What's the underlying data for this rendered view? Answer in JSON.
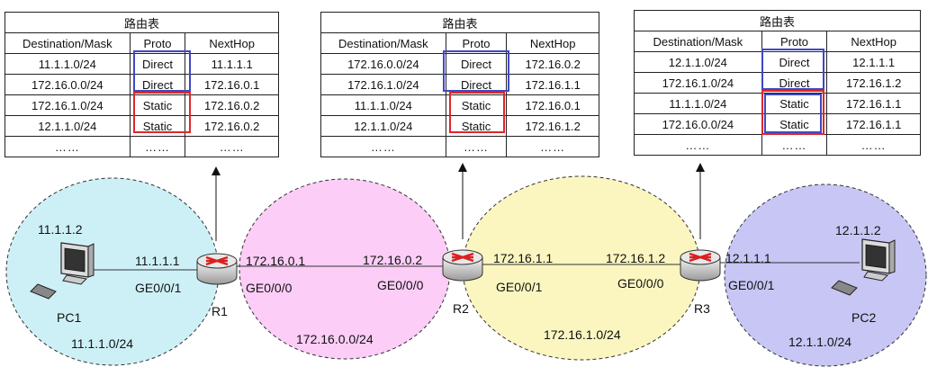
{
  "tables": [
    {
      "title": "路由表",
      "headers": [
        "Destination/Mask",
        "Proto",
        "NextHop"
      ],
      "rows": [
        [
          "11.1.1.0/24",
          "Direct",
          "11.1.1.1"
        ],
        [
          "172.16.0.0/24",
          "Direct",
          "172.16.0.1"
        ],
        [
          "172.16.1.0/24",
          "Static",
          "172.16.0.2"
        ],
        [
          "12.1.1.0/24",
          "Static",
          "172.16.0.2"
        ],
        [
          "……",
          "……",
          "……"
        ]
      ]
    },
    {
      "title": "路由表",
      "headers": [
        "Destination/Mask",
        "Proto",
        "NextHop"
      ],
      "rows": [
        [
          "172.16.0.0/24",
          "Direct",
          "172.16.0.2"
        ],
        [
          "172.16.1.0/24",
          "Direct",
          "172.16.1.1"
        ],
        [
          "11.1.1.0/24",
          "Static",
          "172.16.0.1"
        ],
        [
          "12.1.1.0/24",
          "Static",
          "172.16.1.2"
        ],
        [
          "……",
          "……",
          "……"
        ]
      ]
    },
    {
      "title": "路由表",
      "headers": [
        "Destination/Mask",
        "Proto",
        "NextHop"
      ],
      "rows": [
        [
          "12.1.1.0/24",
          "Direct",
          "12.1.1.1"
        ],
        [
          "172.16.1.0/24",
          "Direct",
          "172.16.1.2"
        ],
        [
          "11.1.1.0/24",
          "Static",
          "172.16.1.1"
        ],
        [
          "172.16.0.0/24",
          "Static",
          "172.16.1.1"
        ],
        [
          "……",
          "……",
          "……"
        ]
      ]
    }
  ],
  "devices": {
    "pc1": "PC1",
    "pc2": "PC2",
    "r1": "R1",
    "r2": "R2",
    "r3": "R3"
  },
  "addresses": {
    "pc1_ip": "11.1.1.2",
    "r1_left_ip": "11.1.1.1",
    "r1_left_if": "GE0/0/1",
    "r1_right_ip": "172.16.0.1",
    "r1_right_if": "GE0/0/0",
    "r2_left_ip": "172.16.0.2",
    "r2_left_if": "GE0/0/0",
    "r2_right_ip": "172.16.1.1",
    "r2_right_if": "GE0/0/1",
    "r3_left_ip": "172.16.1.2",
    "r3_left_if": "GE0/0/0",
    "r3_right_ip": "12.1.1.1",
    "r3_right_if": "GE0/0/1",
    "pc2_ip": "12.1.1.2"
  },
  "networks": {
    "net1": "11.1.1.0/24",
    "net2": "172.16.0.0/24",
    "net3": "172.16.1.0/24",
    "net4": "12.1.1.0/24"
  },
  "colors": {
    "net1": "#cdf0f7",
    "net2": "#fccdf7",
    "net3": "#fbf6c0",
    "net4": "#c7c6f4",
    "highlight_blue": "#3f47c4",
    "highlight_red": "#e0262b"
  }
}
